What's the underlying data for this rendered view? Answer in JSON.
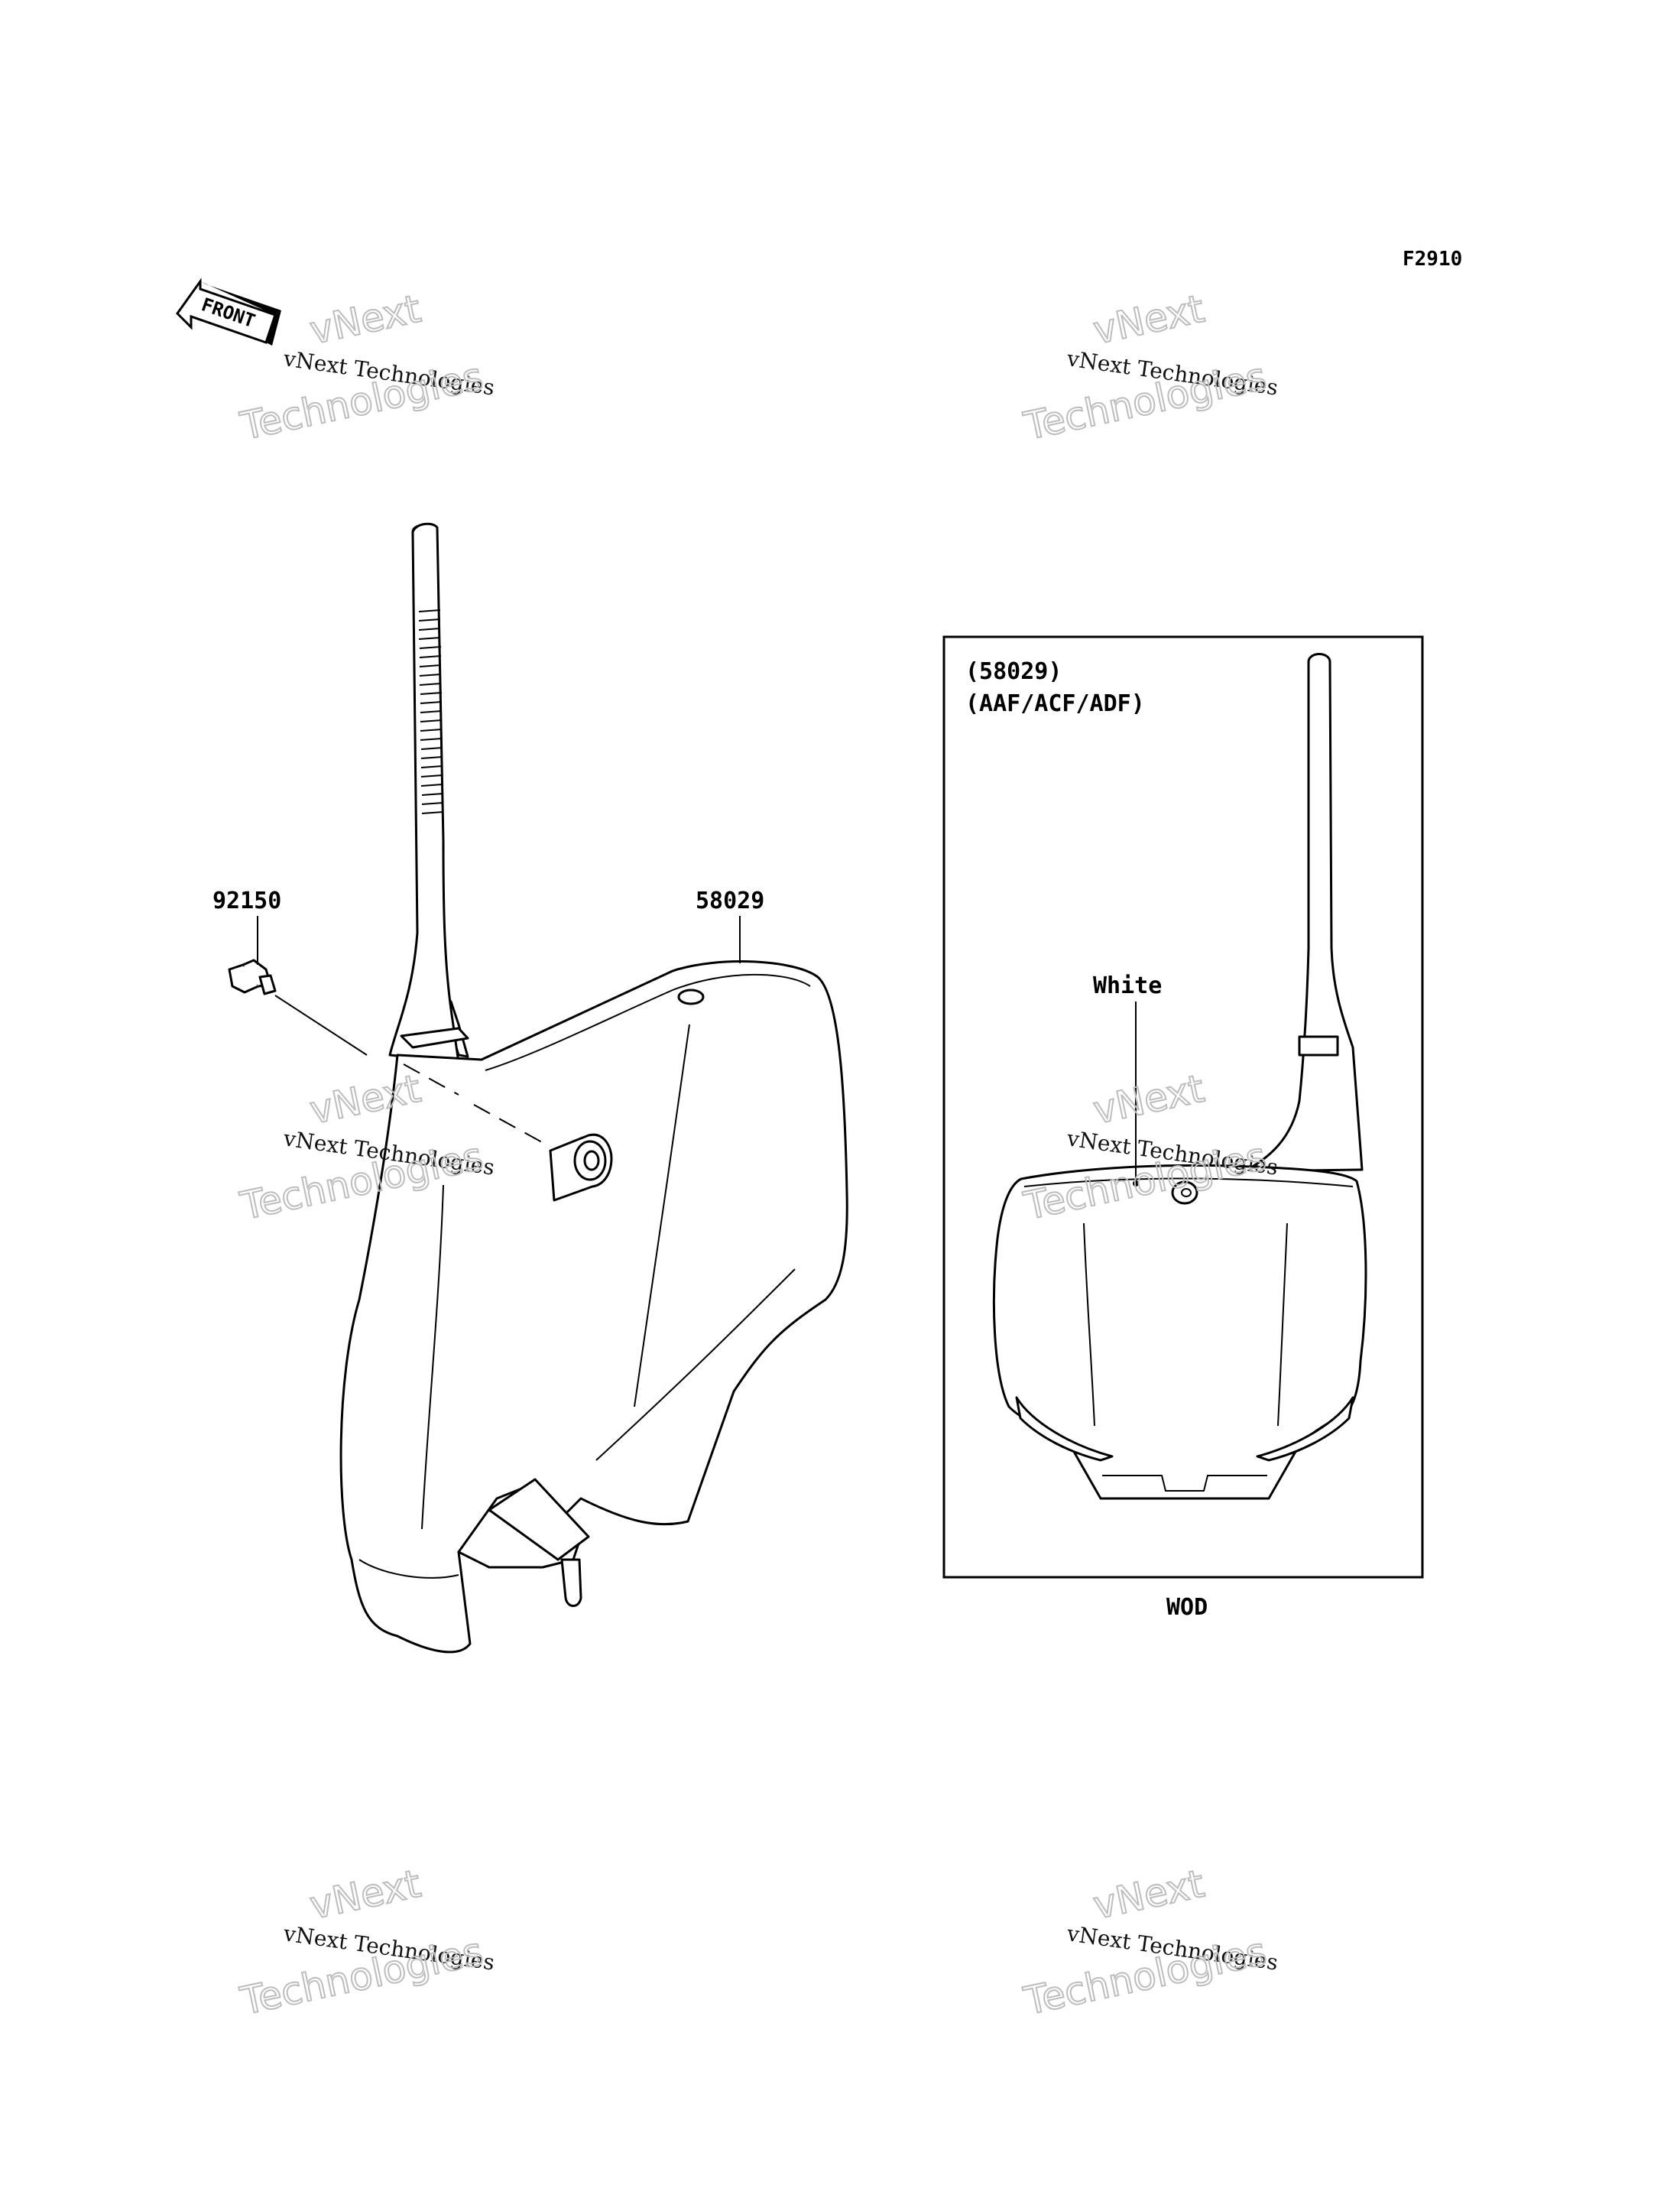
{
  "figure_id": "F2910",
  "front_arrow_label": "FRONT",
  "callouts": {
    "bolt_part": "92150",
    "plate_part": "58029",
    "inset_part": "(58029)",
    "inset_models": "(AAF/ACF/ADF)",
    "inset_color": "White",
    "inset_caption": "WOD"
  },
  "watermark": {
    "line1": "vNext",
    "line2": "vNext Technologies",
    "line3": "Technologies"
  }
}
